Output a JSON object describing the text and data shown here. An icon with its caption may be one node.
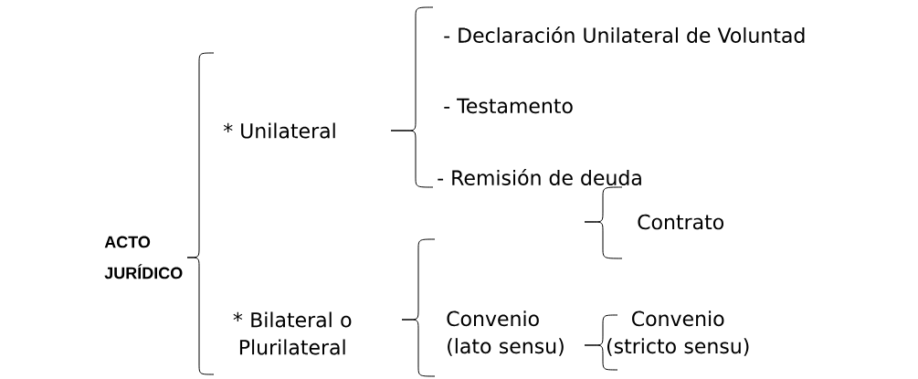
{
  "diagram": {
    "nodes": [
      {
        "text": [
          "ACTO JURÍDICO"
        ]
      },
      {
        "text": [
          "* Unilateral"
        ]
      },
      {
        "text": [
          "- Declaración Unilateral de Voluntad"
        ]
      },
      {
        "text": [
          "- Testamento"
        ]
      },
      {
        "text": [
          "- Remisión de deuda"
        ]
      },
      {
        "text": [
          "* Bilateral o Plurilateral"
        ]
      },
      {
        "text": [
          "Convenio (lato sensu)"
        ]
      },
      {
        "text": [
          "Contrato"
        ]
      },
      {
        "text": [
          "Convenio (stricto sensu)"
        ]
      }
    ]
  }
}
